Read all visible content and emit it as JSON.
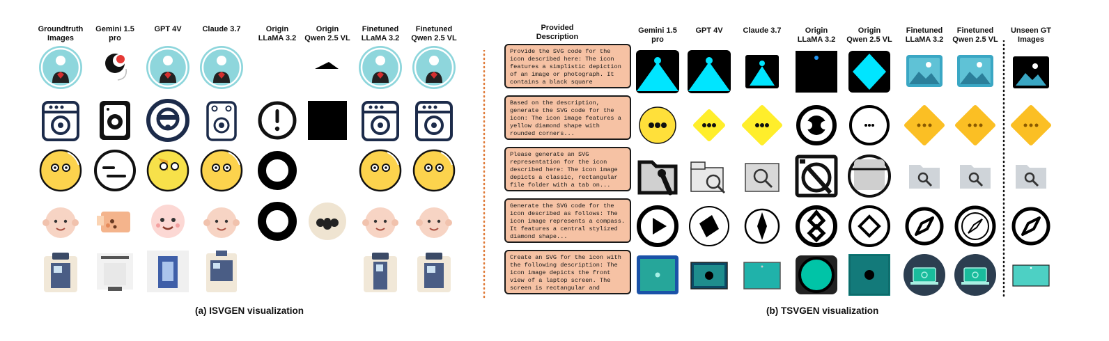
{
  "isvgen": {
    "caption": "(a) ISVGEN visualization",
    "headers": [
      "Groundtruth\nImages",
      "Gemini 1.5\npro",
      "GPT 4V",
      "Claude 3.7",
      "Origin\nLLaMA 3.2",
      "Origin\nQwen 2.5 VL",
      "Finetuned\nLLaMA 3.2",
      "Finetuned\nQwen 2.5 VL"
    ]
  },
  "tsvgen": {
    "caption": "(b) TSVGEN visualization",
    "description_header": "Provided\nDescription",
    "headers": [
      "Gemini 1.5\npro",
      "GPT 4V",
      "Claude 3.7",
      "Origin\nLLaMA 3.2",
      "Origin\nQwen 2.5 VL",
      "Finetuned\nLLaMA 3.2",
      "Finetuned\nQwen 2.5 VL",
      "Unseen GT\nImages"
    ],
    "descriptions": [
      "Provide the SVG code for the icon described here: The icon features a simplistic depiction of an image or photograph. It contains a black square background with rounded ...",
      "Based on the description, generate the SVG code for the icon: The icon image features a yellow diamond shape with rounded corners...",
      "Please generate an SVG representation for the icon described here: The icon image depicts a classic, rectangular file folder with a tab on...",
      "Generate the SVG code for the icon described as follows: The icon image represents a compass. It features a central stylized diamond shape...",
      "Create an SVG for the icon with the following description: The icon image depicts the front view of a laptop screen. The screen is rectangular and features a filled-in color..."
    ]
  },
  "colors": {
    "description_box": "#f6c2a4",
    "separator_dotted_orange": "#e07b39",
    "cyan": "#00e5ff",
    "yellow": "#ffd54a",
    "teal": "#2aa5a8"
  }
}
